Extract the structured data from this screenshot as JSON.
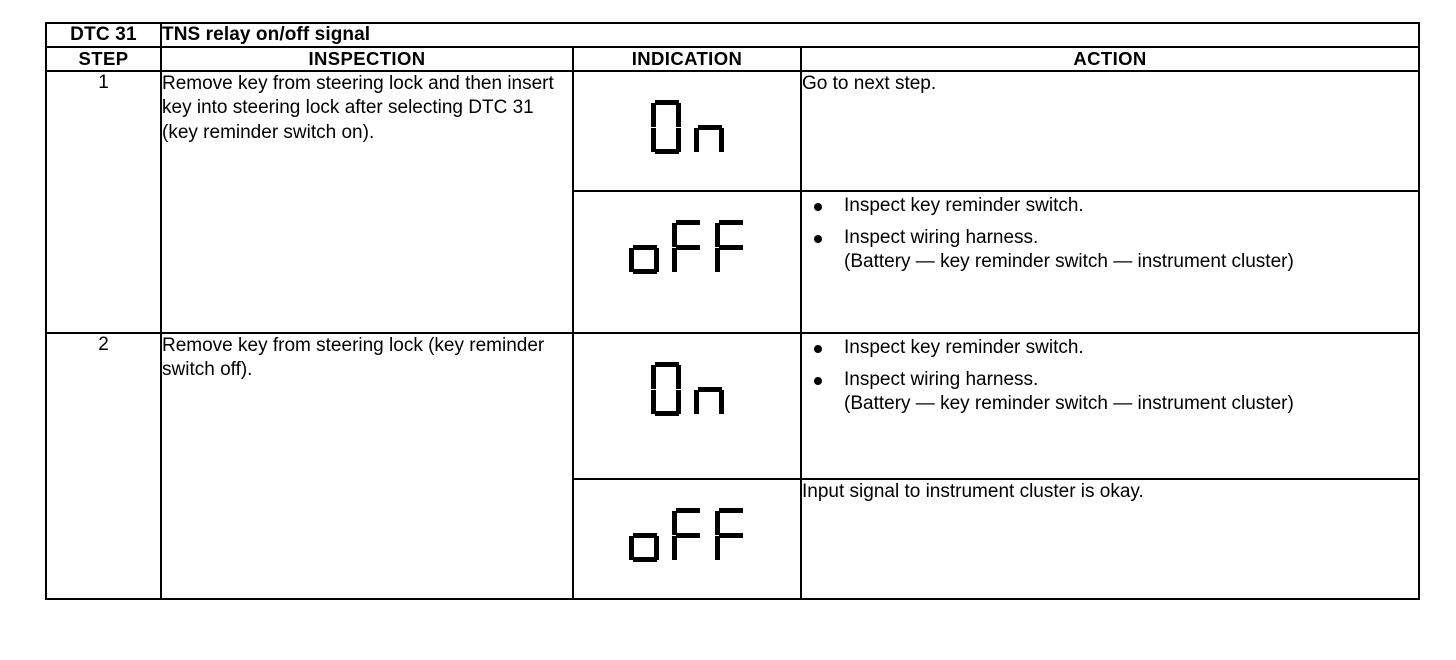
{
  "table": {
    "dtc_code": "DTC 31",
    "dtc_title": "TNS relay on/off signal",
    "columns": {
      "step": "STEP",
      "inspection": "INSPECTION",
      "indication": "INDICATION",
      "action": "ACTION"
    },
    "rows": [
      {
        "step": "1",
        "inspection": "Remove key from steering lock and then insert key into steering lock after selecting DTC 31 (key reminder switch on).",
        "results": [
          {
            "indication": "On",
            "indication_segments": "On",
            "action_type": "plain",
            "action_text": "Go to next step."
          },
          {
            "indication": "oFF",
            "indication_segments": "oFF",
            "action_type": "list",
            "action_items": [
              {
                "text": "Inspect key reminder switch.",
                "sub": ""
              },
              {
                "text": "Inspect wiring harness.",
                "sub": "(Battery — key reminder switch — instrument cluster)"
              }
            ]
          }
        ]
      },
      {
        "step": "2",
        "inspection": "Remove key from steering lock (key reminder switch off).",
        "results": [
          {
            "indication": "On",
            "indication_segments": "On",
            "action_type": "list",
            "action_items": [
              {
                "text": "Inspect key reminder switch.",
                "sub": ""
              },
              {
                "text": "Inspect wiring harness.",
                "sub": "(Battery — key reminder switch — instrument cluster)"
              }
            ]
          },
          {
            "indication": "oFF",
            "indication_segments": "oFF",
            "action_type": "plain",
            "action_text": "Input signal to instrument cluster is okay."
          }
        ]
      }
    ]
  },
  "style": {
    "ink": "#000000",
    "paper": "#ffffff"
  }
}
